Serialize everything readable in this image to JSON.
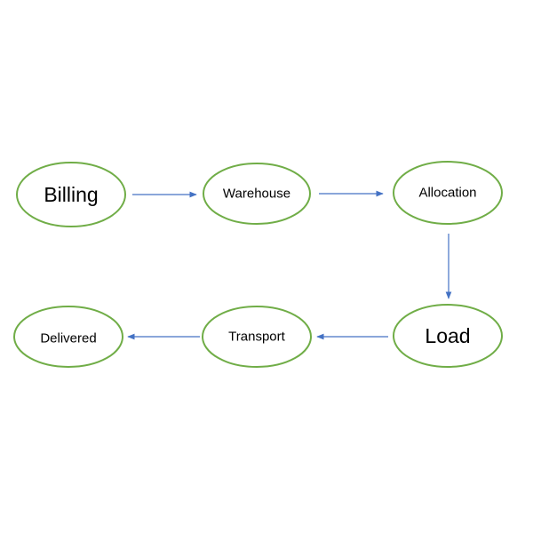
{
  "colors": {
    "node_border": "#70ad47",
    "arrow": "#4472c4",
    "text": "#000000",
    "background": "#ffffff"
  },
  "nodes": [
    {
      "id": "billing",
      "label": "Billing",
      "emphasis": "large"
    },
    {
      "id": "warehouse",
      "label": "Warehouse",
      "emphasis": "normal"
    },
    {
      "id": "allocation",
      "label": "Allocation",
      "emphasis": "normal"
    },
    {
      "id": "load",
      "label": "Load",
      "emphasis": "large"
    },
    {
      "id": "transport",
      "label": "Transport",
      "emphasis": "normal"
    },
    {
      "id": "delivered",
      "label": "Delivered",
      "emphasis": "normal"
    }
  ],
  "edges": [
    {
      "from": "billing",
      "to": "warehouse"
    },
    {
      "from": "warehouse",
      "to": "allocation"
    },
    {
      "from": "allocation",
      "to": "load"
    },
    {
      "from": "load",
      "to": "transport"
    },
    {
      "from": "transport",
      "to": "delivered"
    }
  ]
}
